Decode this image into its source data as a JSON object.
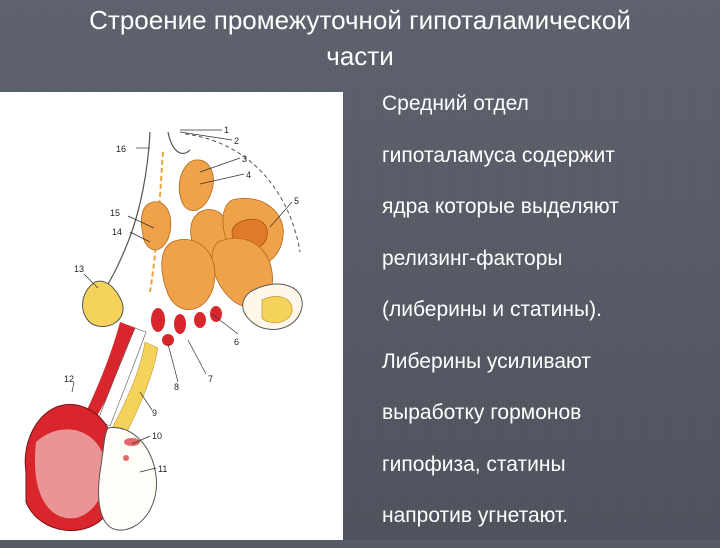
{
  "slide": {
    "title_line1": "Строение промежуточной  гипоталамической",
    "title_line2": "части",
    "body_lines": [
      "Средний отдел",
      "гипоталамуса содержит",
      "ядра которые выделяют",
      "релизинг-факторы",
      "(либерины и статины).",
      "Либерины усиливают",
      "выработку гормонов",
      "гипофиза, статины",
      "напротив угнетают."
    ]
  },
  "illustration": {
    "labels": [
      "1",
      "2",
      "3",
      "4",
      "5",
      "6",
      "7",
      "8",
      "9",
      "10",
      "11",
      "12",
      "13",
      "14",
      "15",
      "16"
    ]
  },
  "colors": {
    "background": "#555a66",
    "nucleus_orange": "#f0a24a",
    "nucleus_dark": "#e07a28",
    "tract_red": "#d8262c",
    "tract_yellow": "#f5d25a",
    "text": "#ffffff"
  }
}
